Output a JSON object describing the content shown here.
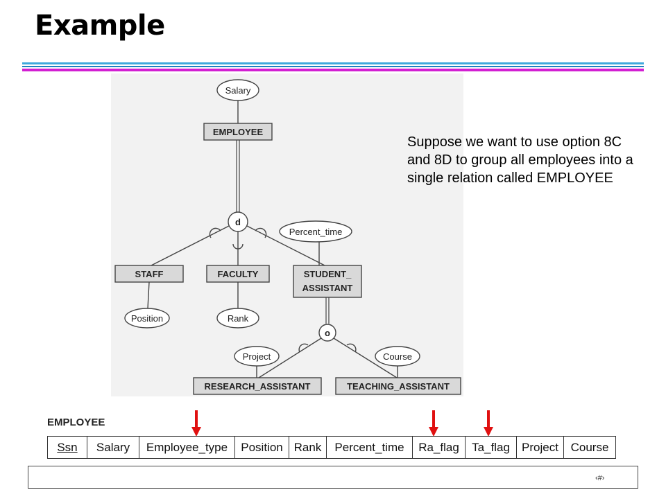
{
  "slide": {
    "title": "Example",
    "number": "‹#›"
  },
  "note": "Suppose we want to use option 8C and 8D to group all employees into a single relation called EMPLOYEE",
  "diagram": {
    "superclass": "EMPLOYEE",
    "superclass_attr": "Salary",
    "constraint_top": "d",
    "subclasses": [
      {
        "name": "STAFF",
        "attr": "Position"
      },
      {
        "name": "FACULTY",
        "attr": "Rank"
      },
      {
        "name": "STUDENT_",
        "name2": "ASSISTANT",
        "attr": "Percent_time"
      }
    ],
    "constraint_bottom": "o",
    "sub_subclasses": [
      {
        "name": "RESEARCH_ASSISTANT",
        "attr": "Project"
      },
      {
        "name": "TEACHING_ASSISTANT",
        "attr": "Course"
      }
    ]
  },
  "relation": {
    "name": "EMPLOYEE",
    "columns": [
      "Ssn",
      "Salary",
      "Employee_type",
      "Position",
      "Rank",
      "Percent_time",
      "Ra_flag",
      "Ta_flag",
      "Project",
      "Course"
    ],
    "key": "Ssn",
    "highlighted": [
      "Employee_type",
      "Ra_flag",
      "Ta_flag"
    ]
  },
  "colors": {
    "arrow": "#e01010",
    "rule_cyan": "#3fa9dc",
    "rule_magenta": "#d21fd2"
  }
}
